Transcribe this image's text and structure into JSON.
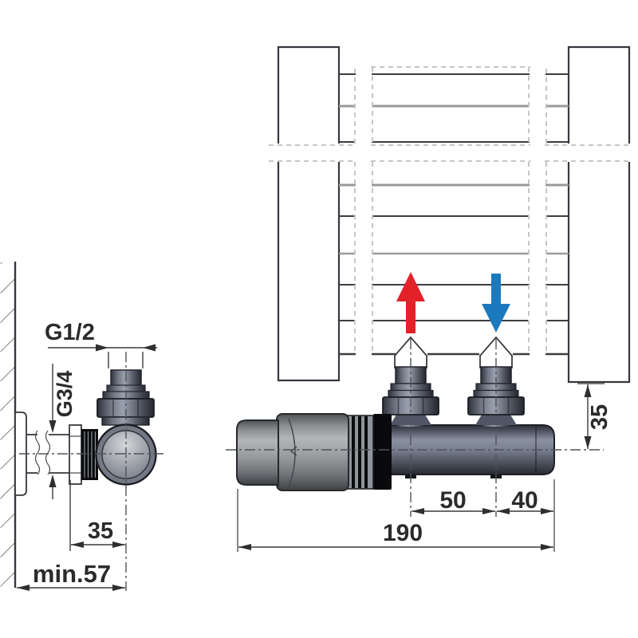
{
  "drawing": {
    "title": "radiator-valve-installation-dimensions",
    "side_view": {
      "thread_top_label": "G1/2",
      "thread_wall_label": "G3/4",
      "dim_wall_to_axis": "35",
      "dim_min_clearance": "min.57"
    },
    "front_view": {
      "dim_axis_spacing": "50",
      "dim_axis_to_end": "40",
      "dim_total_length": "190",
      "dim_axis_to_radiator": "35"
    },
    "icons": {
      "supply_flow": "up-arrow",
      "return_flow": "down-arrow"
    },
    "colors": {
      "supply_arrow": "#e32128",
      "return_arrow": "#1b79bd",
      "drawing_line": "#3a3a3a",
      "break_line": "#c6c6c6",
      "metal_dark": "#2c2f37",
      "metal_light": "#8a90a0",
      "head_gray": "#9a9da0"
    }
  }
}
